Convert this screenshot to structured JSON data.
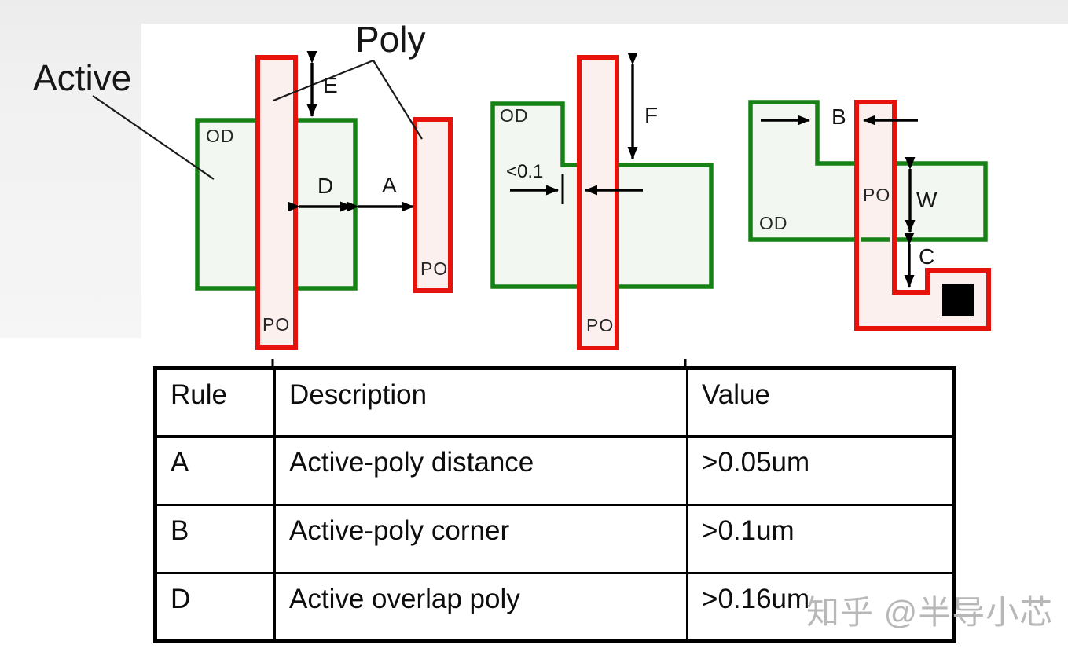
{
  "annotations": {
    "active": "Active",
    "poly": "Poly"
  },
  "diagram1": {
    "od": "OD",
    "po_gate": "PO",
    "po_neighbor": "PO",
    "dim_endcap": "E",
    "dim_overlap": "D",
    "dim_distance": "A"
  },
  "diagram2": {
    "od": "OD",
    "po": "PO",
    "dim_endcap": "F",
    "corner_note": "<0.1"
  },
  "diagram3": {
    "od": "OD",
    "po": "PO",
    "dim_corner": "B",
    "dim_width": "W",
    "dim_contact": "C"
  },
  "table": {
    "headers": [
      "Rule",
      "Description",
      "Value"
    ],
    "rows": [
      [
        "A",
        "Active-poly distance",
        ">0.05um"
      ],
      [
        "B",
        "Active-poly corner",
        ">0.1um"
      ],
      [
        "D",
        "Active overlap poly",
        ">0.16um"
      ]
    ]
  },
  "watermark": "知乎 @半导小芯",
  "colors": {
    "active_stroke": "#168216",
    "active_fill": "#f2f7f1",
    "poly_stroke": "#e8120c",
    "poly_fill": "#fcf0ee",
    "contact_fill": "#000000",
    "dimension_black": "#000000",
    "watermark_gray": "#b5b5b5"
  }
}
